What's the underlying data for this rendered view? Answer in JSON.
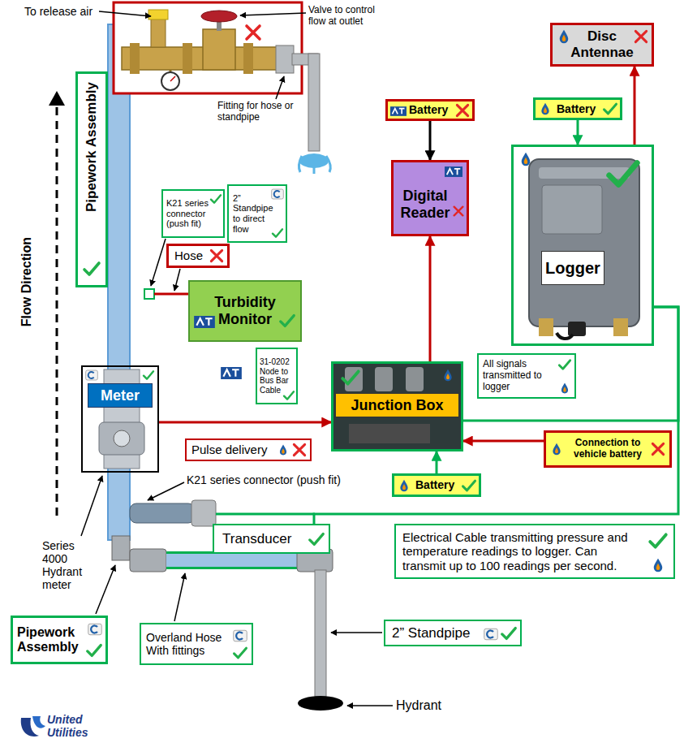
{
  "diagram": {
    "nodes": [
      {
        "text": [
          "Disc Antennae"
        ]
      },
      {
        "text": [
          "Battery"
        ]
      },
      {
        "text": [
          "Battery"
        ]
      },
      {
        "text": [
          "Pipework Assembly"
        ]
      },
      {
        "text": [
          "K21 series connector (push fit)"
        ]
      },
      {
        "text": [
          "2” Standpipe to direct flow"
        ]
      },
      {
        "text": [
          "Digital Reader"
        ]
      },
      {
        "text": [
          "Logger"
        ]
      },
      {
        "text": [
          "Hose"
        ]
      },
      {
        "text": [
          "Turbidity Monitor"
        ]
      },
      {
        "text": [
          "31-0202 Node to Bus Bar Cable"
        ]
      },
      {
        "text": [
          "Meter"
        ]
      },
      {
        "text": [
          "Junction Box"
        ]
      },
      {
        "text": [
          "All signals transmitted to logger"
        ]
      },
      {
        "text": [
          "Pulse delivery"
        ]
      },
      {
        "text": [
          "Connection to vehicle battery"
        ]
      },
      {
        "text": [
          "Battery"
        ]
      },
      {
        "text": [
          "Transducer"
        ]
      },
      {
        "text": [
          "Electrical Cable transmitting pressure and temperature readings to logger. Can transmit up to 100 readings per second."
        ]
      },
      {
        "text": [
          "Pipework Assembly"
        ]
      },
      {
        "text": [
          "Overland Hose With fittings"
        ]
      },
      {
        "text": [
          "2” Standpipe"
        ]
      }
    ],
    "edges": [
      {
        "from": 1,
        "to": 6,
        "arrow": "to"
      },
      {
        "from": 12,
        "to": 6,
        "arrow": "to"
      },
      {
        "from": 2,
        "to": 7,
        "arrow": "to"
      },
      {
        "from": 7,
        "to": 0,
        "arrow": "to"
      },
      {
        "from": 11,
        "to": 12,
        "arrow": "to"
      },
      {
        "from": 16,
        "to": 12,
        "arrow": "to"
      },
      {
        "from": 15,
        "to": 12,
        "arrow": "to"
      },
      {
        "from": 12,
        "to": 7,
        "arrow": "none"
      },
      {
        "from": 17,
        "to": 7,
        "arrow": "none"
      }
    ],
    "labels": [
      "To release air",
      "Valve to control flow at outlet",
      "Fitting for hose or standpipe",
      "Flow Direction",
      "K21 series connector (push fit)",
      "Series 4000 Hydrant meter",
      "Hydrant",
      "United Utilities"
    ]
  }
}
